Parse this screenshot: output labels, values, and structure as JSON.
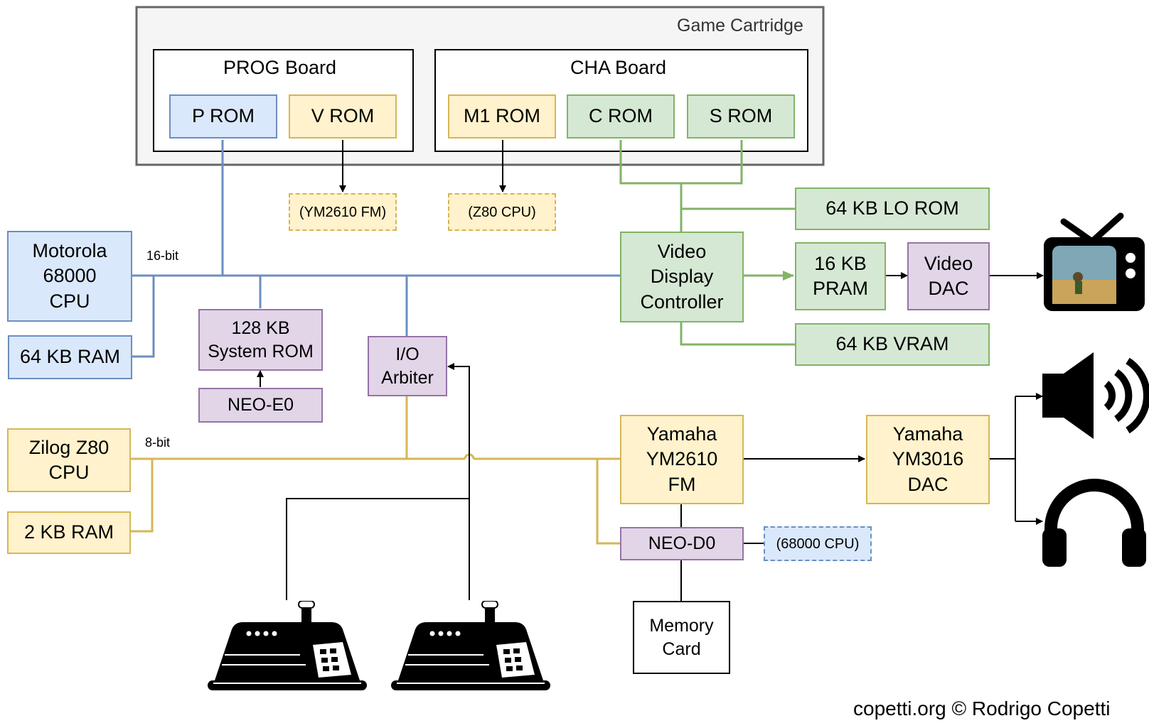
{
  "cartridge": {
    "title": "Game Cartridge",
    "prog_board": {
      "title": "PROG Board",
      "p_rom": "P ROM",
      "v_rom": "V ROM"
    },
    "cha_board": {
      "title": "CHA Board",
      "m1_rom": "M1 ROM",
      "c_rom": "C ROM",
      "s_rom": "S ROM"
    }
  },
  "mapped": {
    "ym2610": "(YM2610 FM)",
    "z80": "(Z80 CPU)",
    "cpu68k": "(68000 CPU)"
  },
  "main_cpu": {
    "line1": "Motorola",
    "line2": "68000",
    "line3": "CPU",
    "bus_width": "16-bit"
  },
  "ram64": "64 KB RAM",
  "sysrom": {
    "line1": "128 KB",
    "line2": "System ROM"
  },
  "neo_e0": "NEO-E0",
  "io_arbiter": {
    "line1": "I/O",
    "line2": "Arbiter"
  },
  "sound_cpu": {
    "line1": "Zilog Z80",
    "line2": "CPU",
    "bus_width": "8-bit"
  },
  "ram2": "2 KB RAM",
  "vdc": {
    "line1": "Video",
    "line2": "Display",
    "line3": "Controller"
  },
  "lo_rom": "64 KB LO ROM",
  "pram": {
    "line1": "16 KB",
    "line2": "PRAM"
  },
  "video_dac": {
    "line1": "Video",
    "line2": "DAC"
  },
  "vram": "64 KB VRAM",
  "ym2610": {
    "line1": "Yamaha",
    "line2": "YM2610",
    "line3": "FM"
  },
  "ym3016": {
    "line1": "Yamaha",
    "line2": "YM3016",
    "line3": "DAC"
  },
  "neo_d0": "NEO-D0",
  "memory_card": {
    "line1": "Memory",
    "line2": "Card"
  },
  "credit": "copetti.org © Rodrigo Copetti",
  "icons": [
    "tv-icon",
    "speaker-icon",
    "headphones-icon",
    "arcade-controller-icon"
  ],
  "colors": {
    "blue_fill": "#dae8fc",
    "blue_line": "#6c8ebf",
    "yellow_fill": "#fff2cc",
    "yellow_line": "#d6b656",
    "green_fill": "#d5e8d4",
    "green_line": "#82b366",
    "purple_fill": "#e1d5e7",
    "purple_line": "#9673a6"
  }
}
